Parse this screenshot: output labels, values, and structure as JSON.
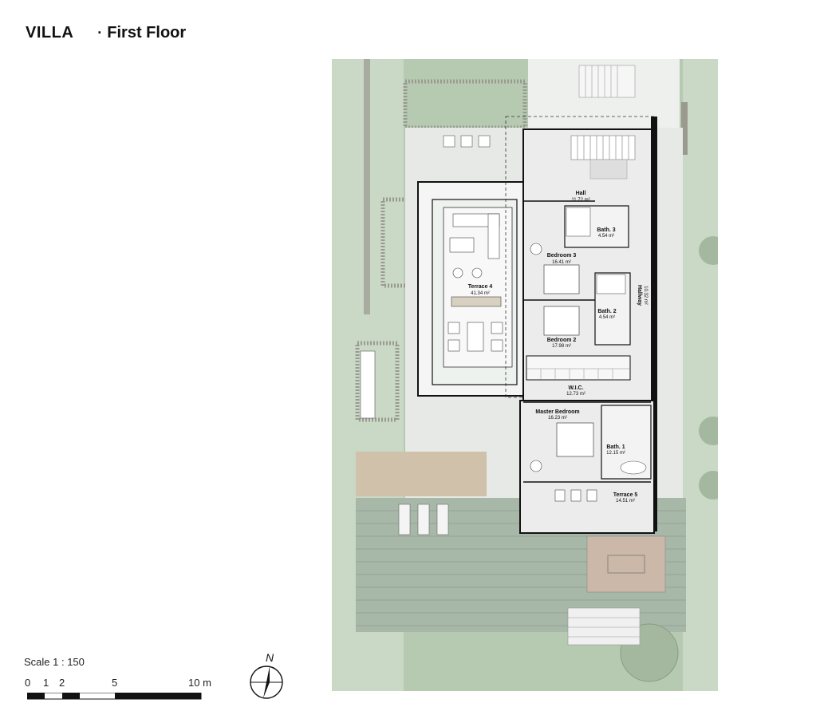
{
  "header": {
    "title": "VILLA",
    "separator": "·",
    "subtitle": "First Floor"
  },
  "scale": {
    "label": "Scale 1 : 150",
    "ticks": [
      "0",
      "1",
      "2",
      "5",
      "10 m"
    ]
  },
  "compass": {
    "letter": "N"
  },
  "rooms": [
    {
      "name": "Hall",
      "area": "11.72 m²"
    },
    {
      "name": "Bath. 3",
      "area": "4.54 m²"
    },
    {
      "name": "Bedroom 3",
      "area": "16.41 m²"
    },
    {
      "name": "Terrace 4",
      "area": "41.34 m²"
    },
    {
      "name": "Hallway",
      "area": "10.32 m²"
    },
    {
      "name": "Bath. 2",
      "area": "4.54 m²"
    },
    {
      "name": "Bedroom 2",
      "area": "17.98 m²"
    },
    {
      "name": "W.I.C.",
      "area": "12.73 m²"
    },
    {
      "name": "Master Bedroom",
      "area": "16.23 m²"
    },
    {
      "name": "Bath. 1",
      "area": "12.15 m²"
    },
    {
      "name": "Terrace 5",
      "area": "14.51 m²"
    }
  ],
  "colors": {
    "lawn": "#b6c9b1",
    "lawn_light": "#d3ded0",
    "paving": "#e6e9e6",
    "deck": "#cfc1aa",
    "wall": "#111111",
    "interior": "#ececec"
  }
}
